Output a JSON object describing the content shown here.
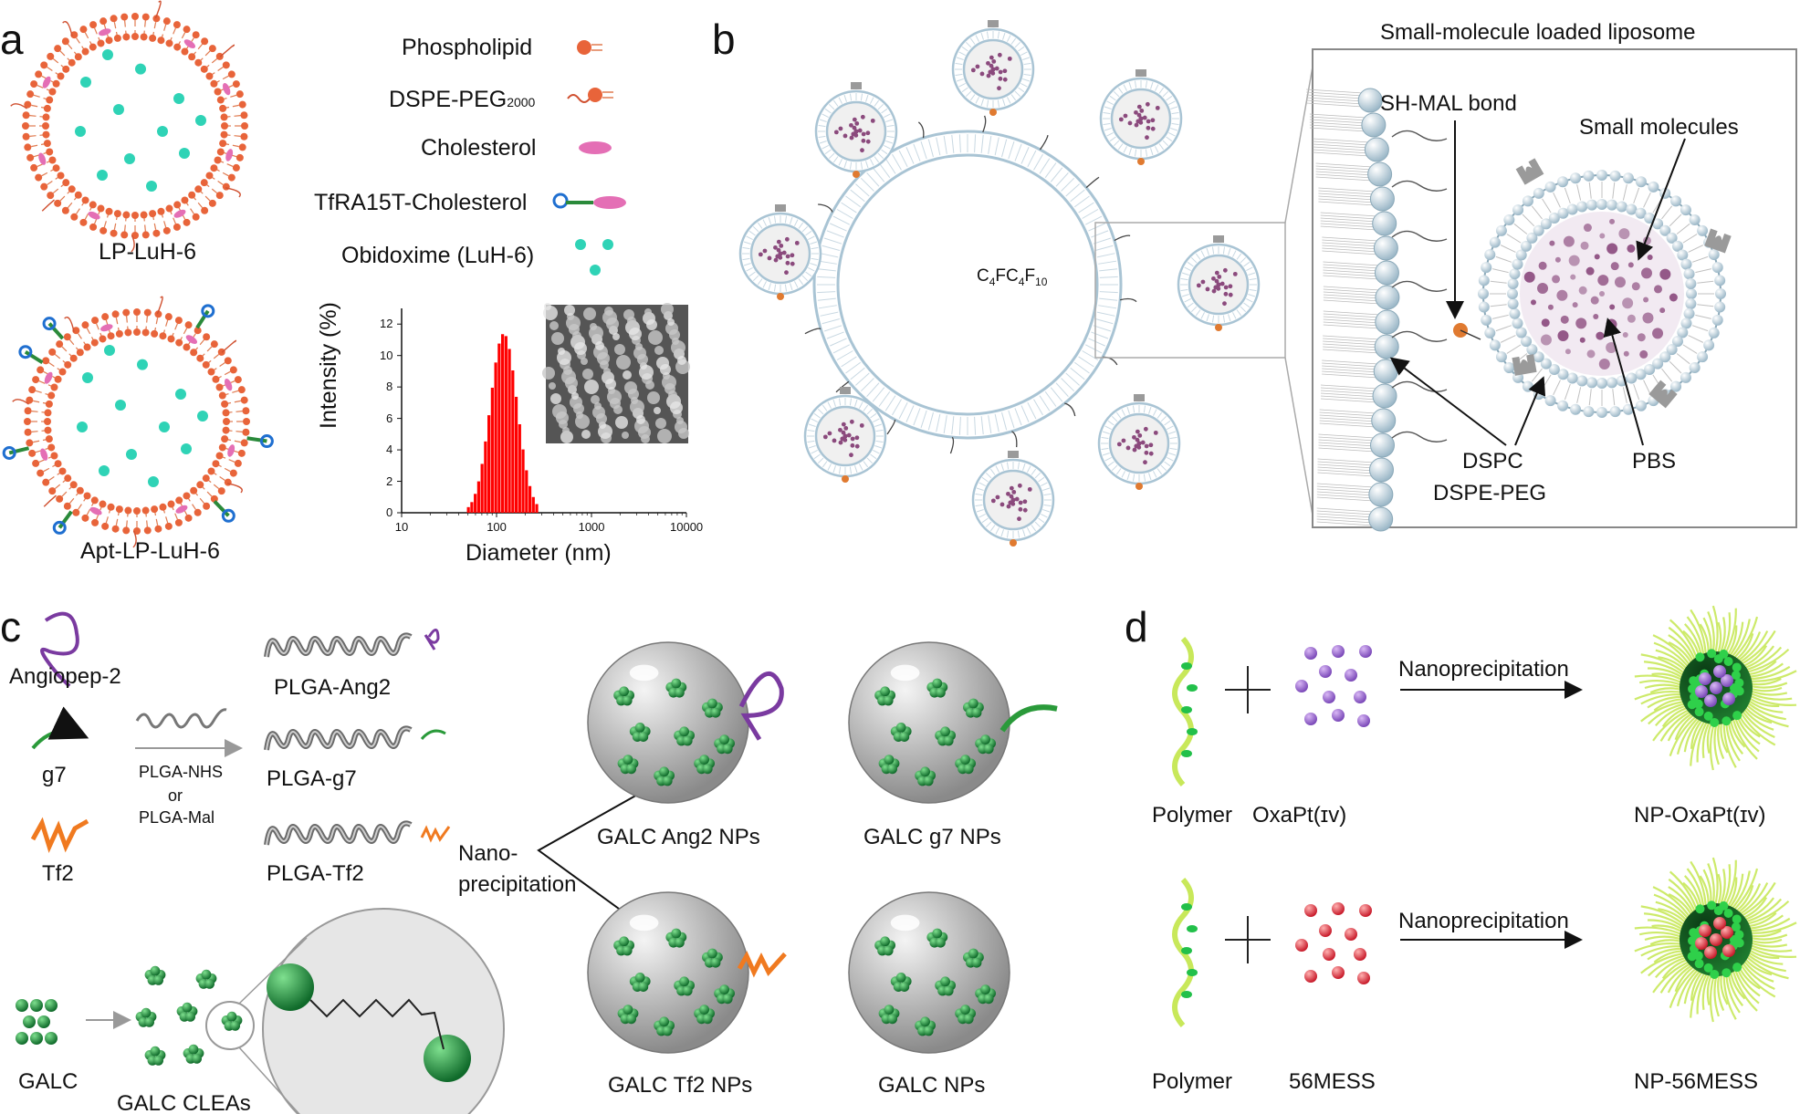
{
  "panel_a": {
    "letter": "a",
    "liposome_top_label": "LP-LuH-6",
    "liposome_bottom_label": "Apt-LP-LuH-6",
    "legend": [
      {
        "text": "Phospholipid"
      },
      {
        "text": "DSPE-PEG",
        "sub": "2000"
      },
      {
        "text": "Cholesterol"
      },
      {
        "text": "TfRA15T-Cholesterol"
      },
      {
        "text": "Obidoxime (LuH-6)"
      }
    ],
    "histogram": {
      "xlabel": "Diameter (nm)",
      "ylabel": "Intensity (%)",
      "xticks": [
        "10",
        "100",
        "1000",
        "10000"
      ],
      "yticks": [
        "0",
        "2",
        "4",
        "6",
        "8",
        "10",
        "12"
      ],
      "bar_color": "#ff0000"
    }
  },
  "panel_b": {
    "letter": "b",
    "bubble_core_main": "C",
    "bubble_core_sub1": "4",
    "bubble_core_mid": "FC",
    "bubble_core_sub2": "4",
    "bubble_core_end": "F",
    "bubble_core_sub3": "10",
    "inset_title": "Small-molecule loaded liposome",
    "sh_mal": "SH-MAL bond",
    "small_molecules": "Small molecules",
    "dspc": "DSPC",
    "dspe_peg": "DSPE-PEG",
    "pbs": "PBS",
    "colors": {
      "membrane": "#a9c4d4",
      "cargo": "#8b4a7d",
      "ligand": "#9a9a9a",
      "linker": "#e07a30"
    }
  },
  "panel_c": {
    "letter": "c",
    "angiopep": "Angiopep-2",
    "g7": "g7",
    "tf2": "Tf2",
    "reagent1": "PLGA-NHS",
    "reagent_or": "or",
    "reagent2": "PLGA-Mal",
    "plga_ang2": "PLGA-Ang2",
    "plga_g7": "PLGA-g7",
    "plga_tf2": "PLGA-Tf2",
    "nano1": "Nano-",
    "nano2": "precipitation",
    "np1": "GALC Ang2 NPs",
    "np2": "GALC g7 NPs",
    "np3": "GALC Tf2 NPs",
    "np4": "GALC NPs",
    "galc": "GALC",
    "galc_cleas": "GALC CLEAs",
    "colors": {
      "enzyme": "#1a8a3a",
      "angiopep": "#7a3aa0",
      "g7": "#2a9a3a",
      "tf2": "#f07a20"
    }
  },
  "panel_d": {
    "letter": "d",
    "arrow1": "Nanoprecipitation",
    "arrow2": "Nanoprecipitation",
    "polymer1": "Polymer",
    "drug1": "OxaPt(ɪᴠ)",
    "product1": "NP-OxaPt(ɪᴠ)",
    "polymer2": "Polymer",
    "drug2": "56MESS",
    "product2": "NP-56MESS",
    "colors": {
      "drug1": "#9a6ad0",
      "drug2": "#e03040",
      "polymer": "#c8e85a"
    }
  }
}
